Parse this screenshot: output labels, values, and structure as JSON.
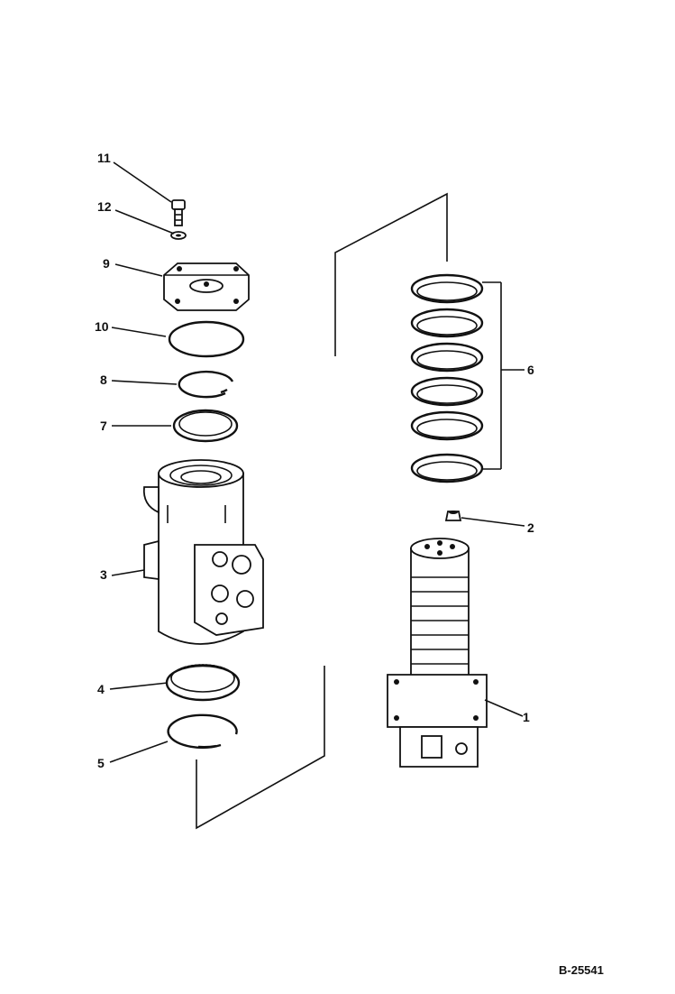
{
  "diagram": {
    "reference_code": "B-25541",
    "callouts": [
      {
        "id": "c1",
        "label": "1"
      },
      {
        "id": "c2",
        "label": "2"
      },
      {
        "id": "c3",
        "label": "3"
      },
      {
        "id": "c4",
        "label": "4"
      },
      {
        "id": "c5",
        "label": "5"
      },
      {
        "id": "c6",
        "label": "6"
      },
      {
        "id": "c7",
        "label": "7"
      },
      {
        "id": "c8",
        "label": "8"
      },
      {
        "id": "c9",
        "label": "9"
      },
      {
        "id": "c10",
        "label": "10"
      },
      {
        "id": "c11",
        "label": "11"
      },
      {
        "id": "c12",
        "label": "12"
      }
    ]
  }
}
